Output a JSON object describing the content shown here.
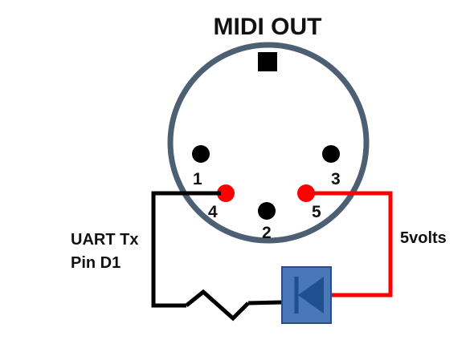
{
  "title": "MIDI OUT",
  "pins": {
    "pin1": {
      "label": "1",
      "state": "unused"
    },
    "pin2": {
      "label": "2",
      "state": "unused"
    },
    "pin3": {
      "label": "3",
      "state": "unused"
    },
    "pin4": {
      "label": "4",
      "state": "connected"
    },
    "pin5": {
      "label": "5",
      "state": "connected"
    }
  },
  "labels": {
    "uart_line1": "UART Tx",
    "uart_line2": "Pin D1",
    "power": "5volts"
  },
  "colors": {
    "connector_ring": "#4d5f72",
    "connector_face": "#ffffff",
    "unused_pin": "#000000",
    "connected_pin": "#ff0000",
    "wire_signal": "#000000",
    "wire_power": "#ff0000",
    "diode_body": "#4a77b8",
    "diode_border": "#2d4d80",
    "diode_symbol": "#1f4f8f"
  },
  "icons": {
    "resistor": "resistor-icon",
    "diode": "diode-icon"
  }
}
